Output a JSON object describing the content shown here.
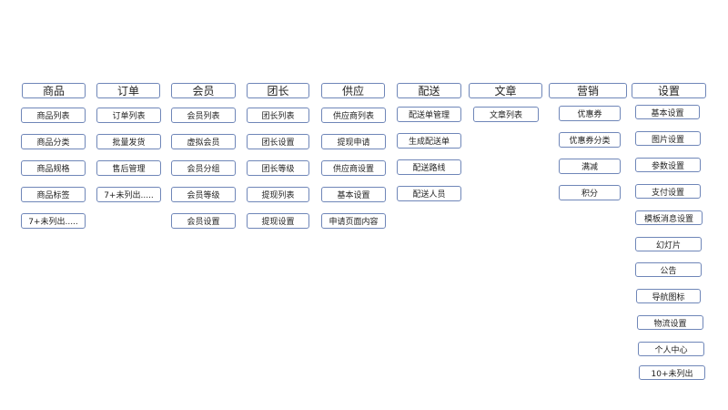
{
  "sitemap": {
    "columns": [
      {
        "title": "商品",
        "items": [
          "商品列表",
          "商品分类",
          "商品规格",
          "商品标签",
          "7+未列出....."
        ]
      },
      {
        "title": "订单",
        "items": [
          "订单列表",
          "批量发货",
          "售后管理",
          "7+未列出....."
        ]
      },
      {
        "title": "会员",
        "items": [
          "会员列表",
          "虚拟会员",
          "会员分组",
          "会员等级",
          "会员设置"
        ]
      },
      {
        "title": "团长",
        "items": [
          "团长列表",
          "团长设置",
          "团长等级",
          "提现列表",
          "提现设置"
        ]
      },
      {
        "title": "供应",
        "items": [
          "供应商列表",
          "提现申请",
          "供应商设置",
          "基本设置",
          "申请页面内容"
        ]
      },
      {
        "title": "配送",
        "items": [
          "配送单管理",
          "生成配送单",
          "配送路线",
          "配送人员"
        ]
      },
      {
        "title": "文章",
        "items": [
          "文章列表"
        ]
      },
      {
        "title": "营销",
        "items": [
          "优惠券",
          "优惠券分类",
          "满减",
          "积分"
        ]
      },
      {
        "title": "设置",
        "items": [
          "基本设置",
          "图片设置",
          "参数设置",
          "支付设置",
          "模板消息设置",
          "幻灯片",
          "公告",
          "导航图标",
          "物流设置",
          "个人中心",
          "10+未列出"
        ]
      }
    ]
  }
}
